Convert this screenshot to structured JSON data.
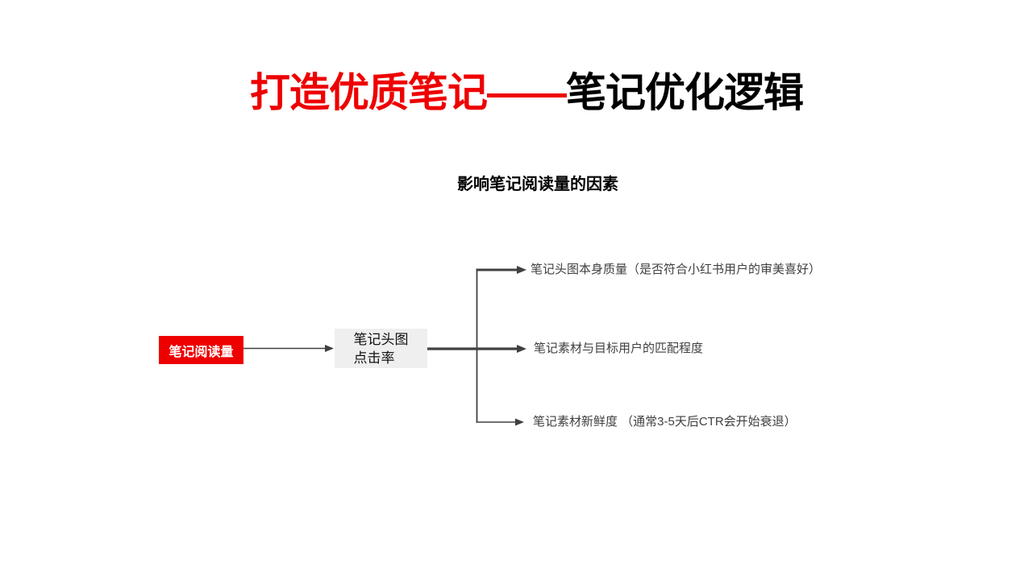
{
  "slide": {
    "title": {
      "red_part": "打造优质笔记——",
      "black_part": "笔记优化逻辑"
    },
    "subtitle": "影响笔记阅读量的因素"
  },
  "diagram": {
    "root_node": "笔记阅读量",
    "mid_node": {
      "line1": "笔记头图",
      "line2": "点击率"
    },
    "branches": [
      {
        "label": "笔记头图本身质量（是否符合小红书用户的审美喜好）"
      },
      {
        "label": "笔记素材与目标用户的匹配程度"
      },
      {
        "label": "笔记素材新鲜度 （通常3-5天后CTR会开始衰退）"
      }
    ]
  },
  "theme": {
    "accent_red": "#EE0000",
    "box_gray": "#EFEFEF",
    "line_color": "#404040",
    "text_dark": "#3F3F3F"
  }
}
